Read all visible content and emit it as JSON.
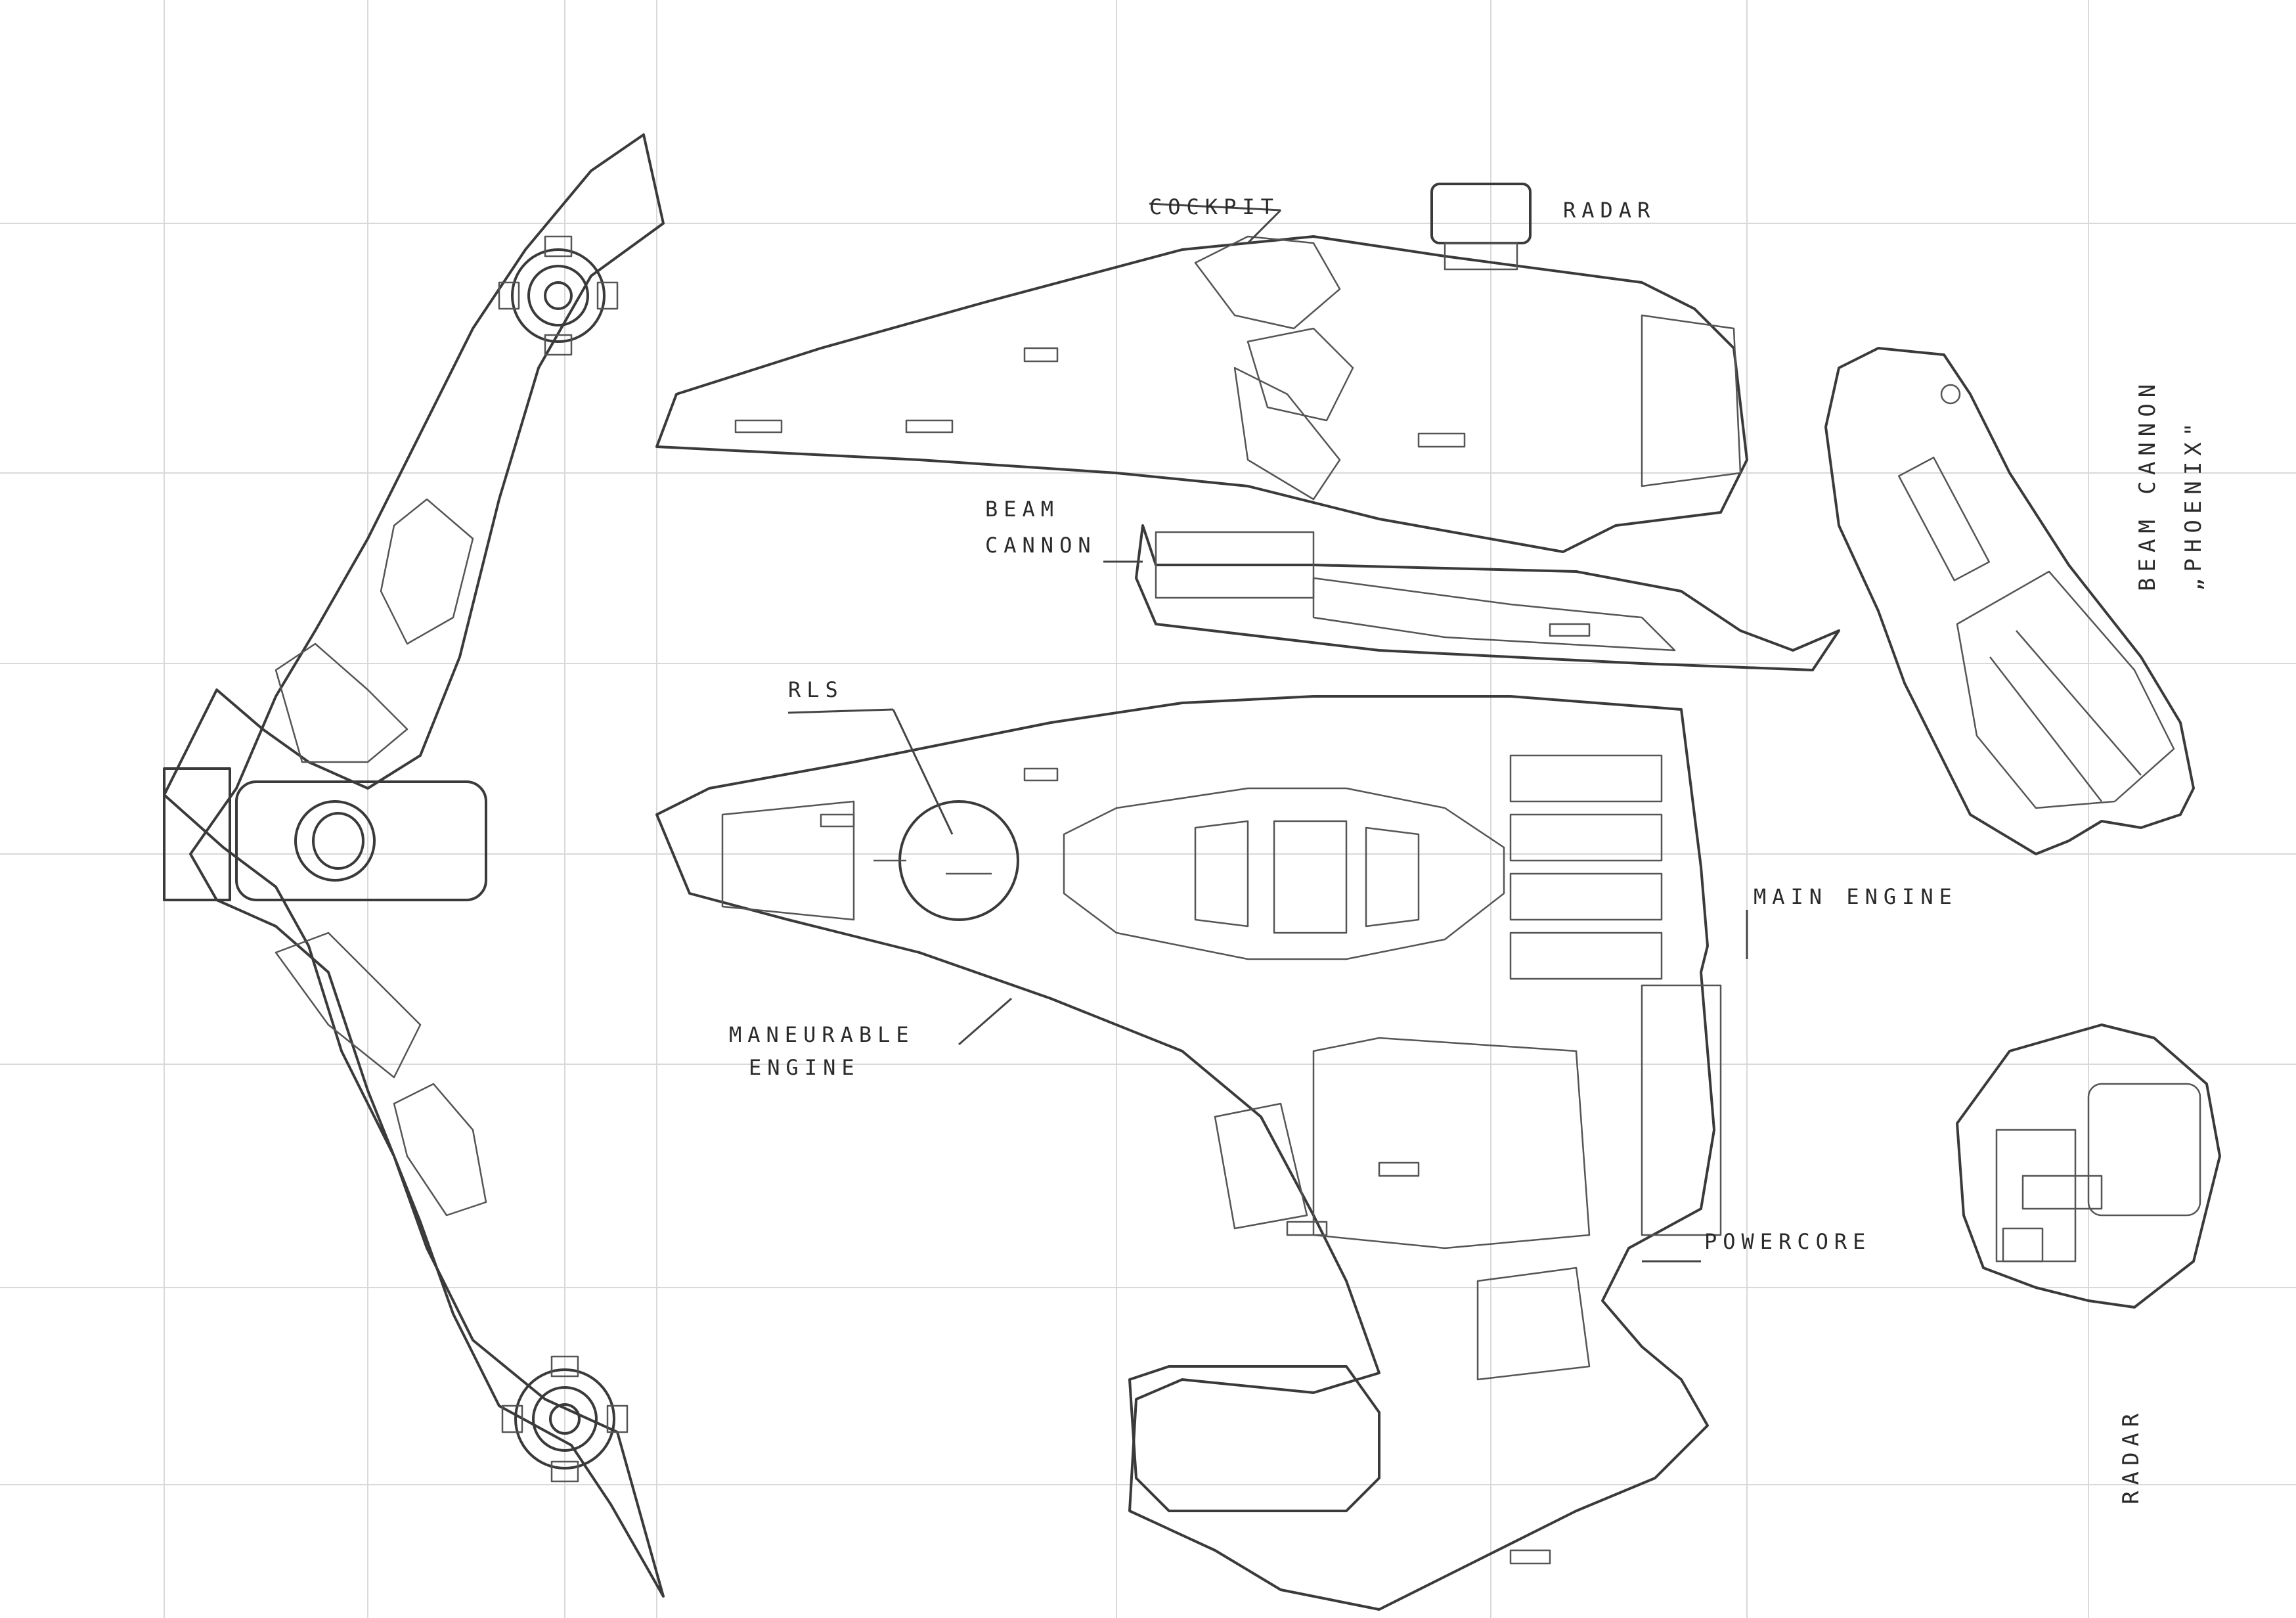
{
  "labels": {
    "cockpit": "COCKPIT",
    "radar_top": "RADAR",
    "beam_cannon_1": "BEAM",
    "beam_cannon_2": "CANNON",
    "rls": "RLS",
    "main_engine": "MAIN ENGINE",
    "maneuvrable_1": "MANEURABLE",
    "maneuvrable_2": "ENGINE",
    "power_core": "POWERCORE",
    "beam_cannon_vertical_1": "BEAM CANNON",
    "beam_cannon_vertical_2": "„PHOENIX\"",
    "radar_vertical": "RADAR"
  },
  "colors": {
    "ink": "#3a3a3a",
    "paper": "#ffffff",
    "grid": "#d9d9d9"
  }
}
